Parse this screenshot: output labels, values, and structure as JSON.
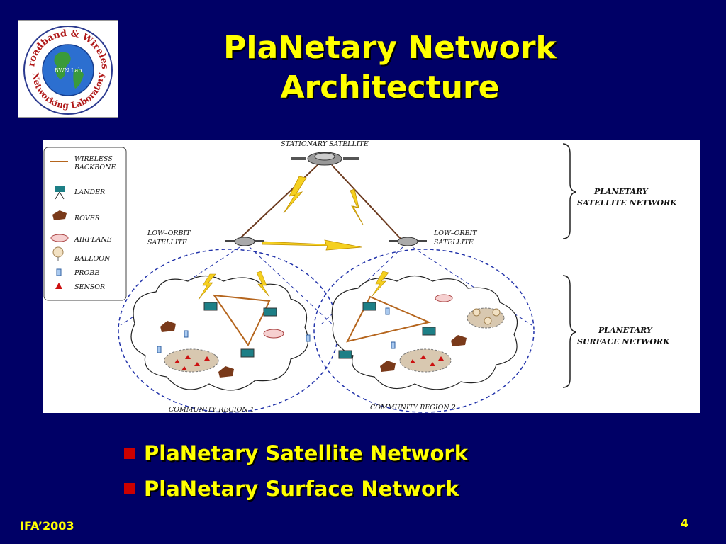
{
  "slide": {
    "title_line1": "PlaNetary Network",
    "title_line2": "Architecture",
    "bullets": [
      "PlaNetary Satellite Network",
      "PlaNetary Surface Network"
    ],
    "footer_left": "IFA’2003",
    "page_number": "4"
  },
  "logo": {
    "top_text": "Broadband & Wireless",
    "bottom_text": "Networking Laboratory",
    "center_text": "BWN Lab"
  },
  "diagram": {
    "legend": {
      "wireless": "WIRELESS",
      "backbone": "BACKBONE",
      "lander": "LANDER",
      "rover": "ROVER",
      "airplane": "AIRPLANE",
      "balloon": "BALLOON",
      "probe": "PROBE",
      "sensor": "SENSOR"
    },
    "stationary_satellite": "STATIONARY SATELLITE",
    "low_orbit": "LOW–ORBIT",
    "satellite_word": "SATELLITE",
    "planetary": "PLANETARY",
    "satellite_network": "SATELLITE NETWORK",
    "surface_network": "SURFACE NETWORK",
    "community_region_1": "COMMUNITY REGION 1",
    "community_region_2": "COMMUNITY REGION 2"
  }
}
